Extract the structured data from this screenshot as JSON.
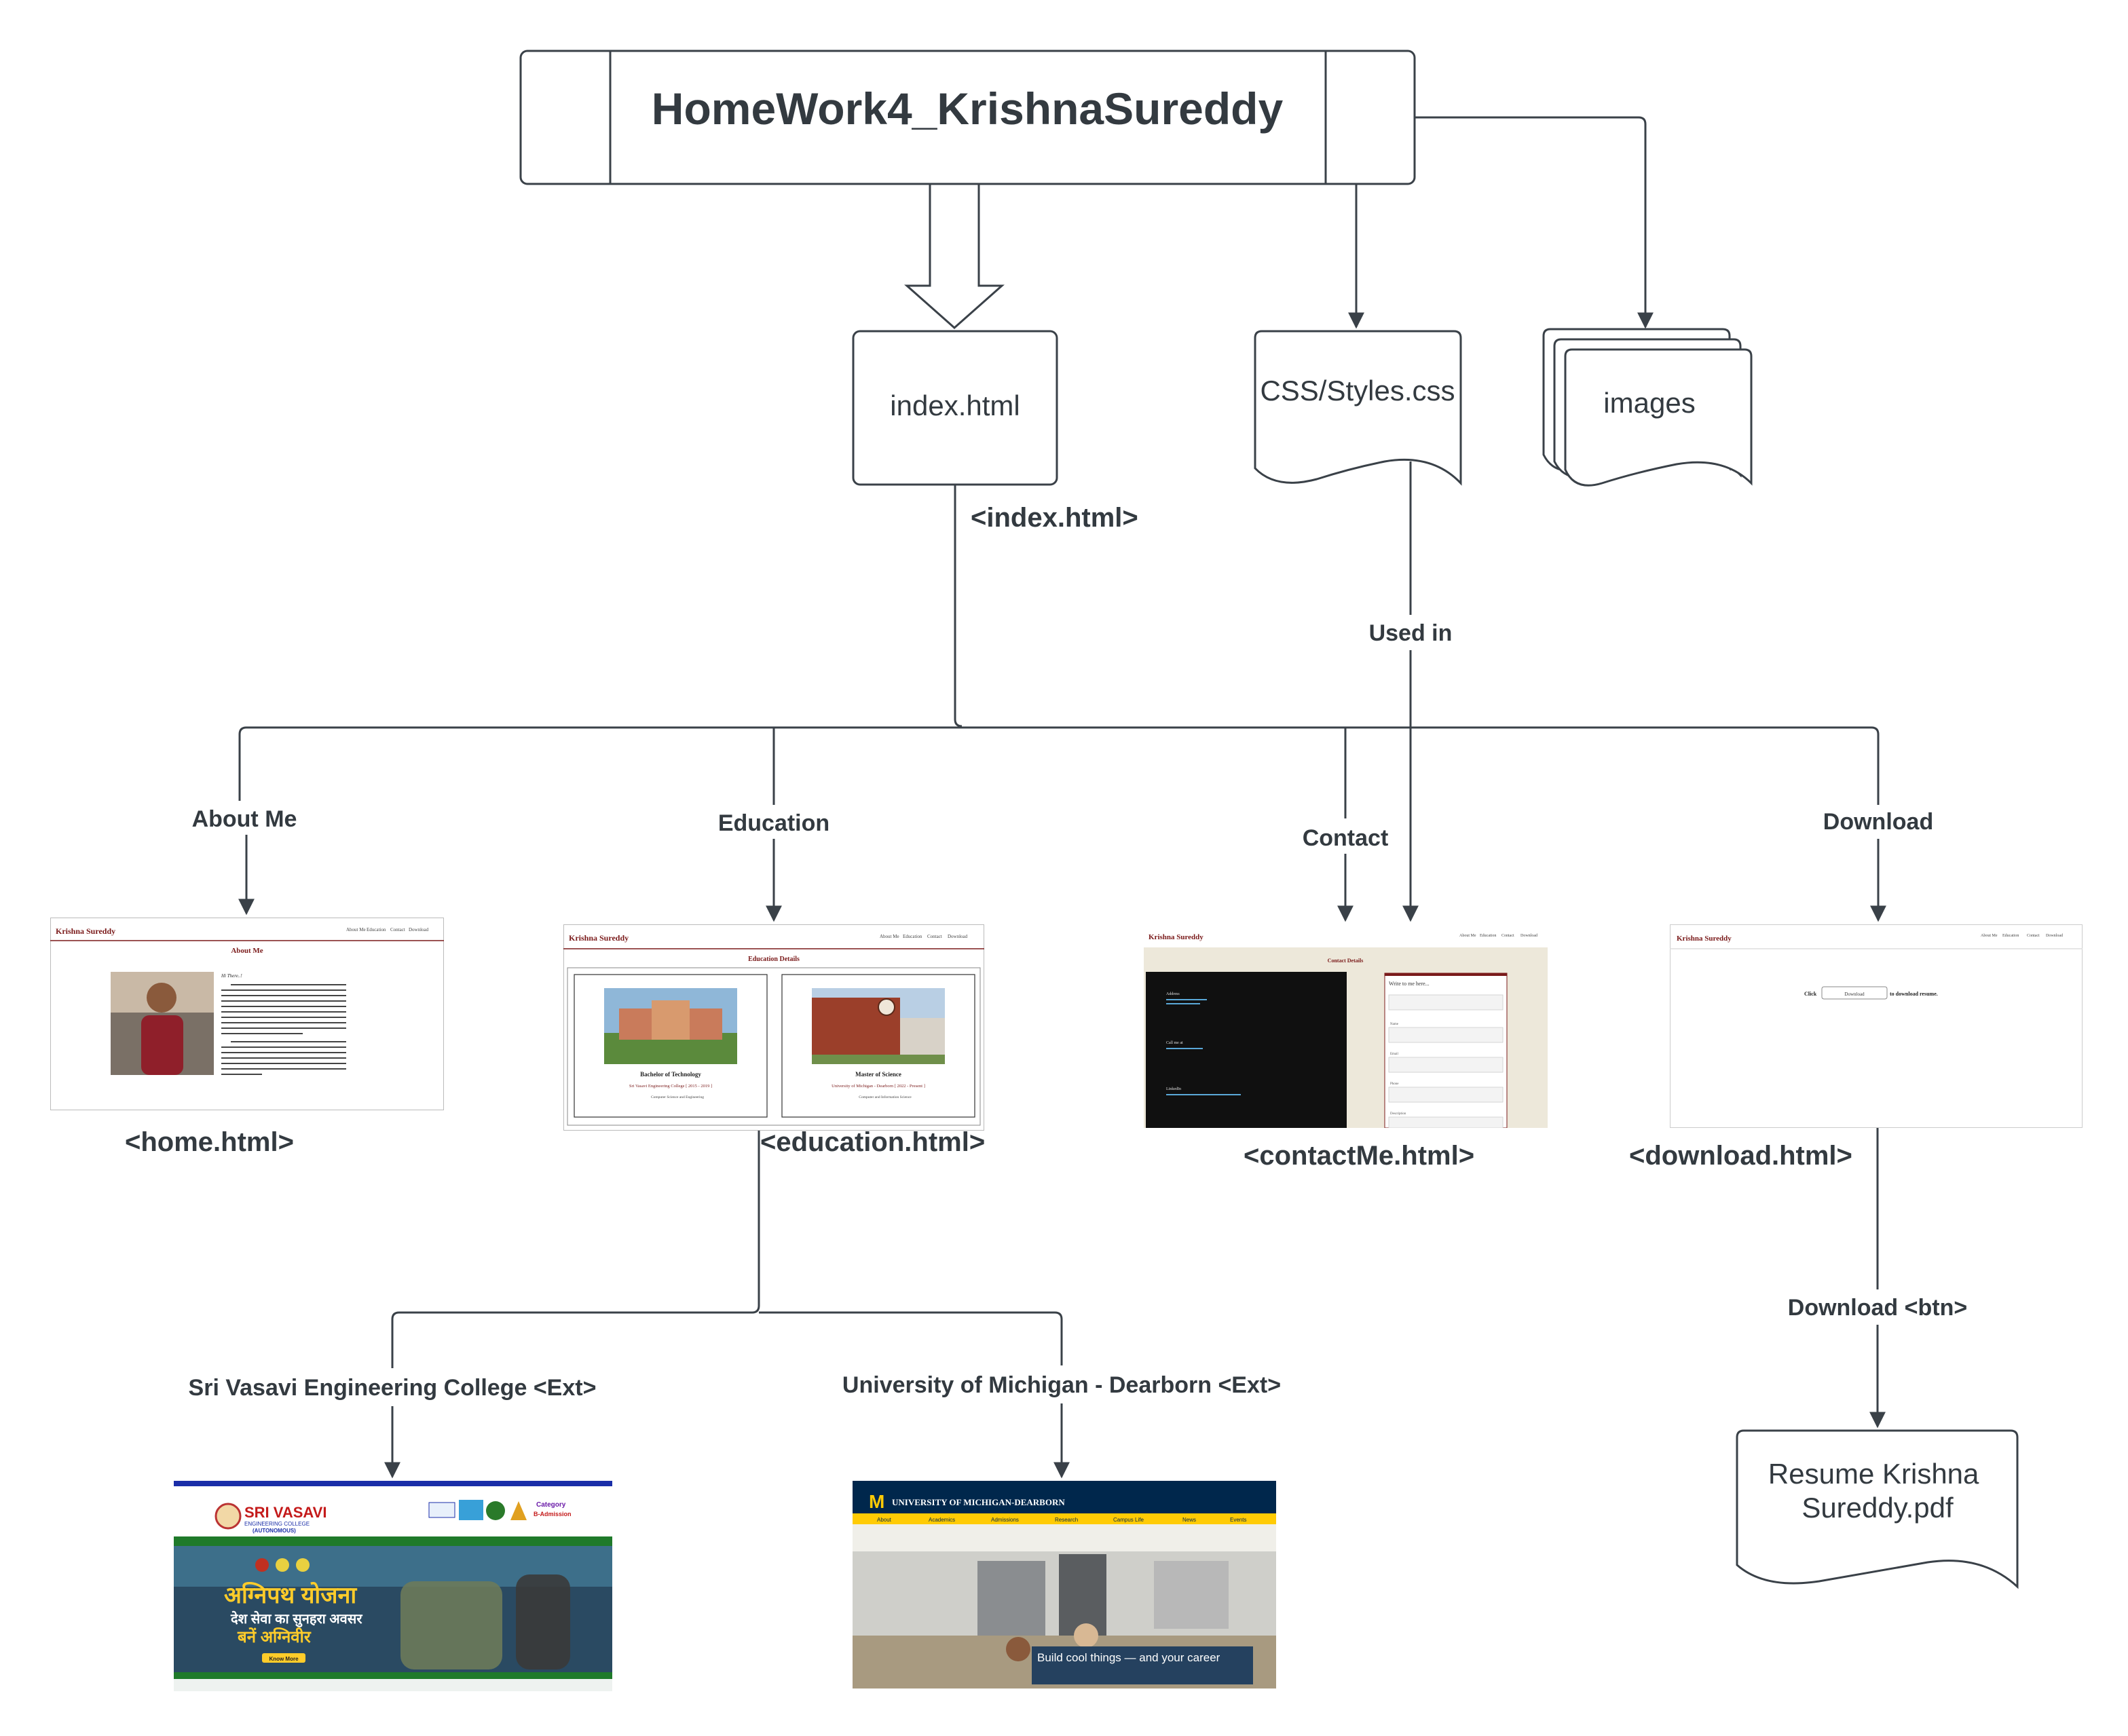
{
  "diagram": {
    "root": {
      "title": "HomeWork4_KrishnaSureddy"
    },
    "nodes": {
      "index": "index.html",
      "css": "CSS/Styles.css",
      "images": "images",
      "resume": "Resume Krishna Sureddy.pdf",
      "resume_lines": [
        "Resume Krishna",
        "Sureddy.pdf"
      ]
    },
    "labels": {
      "index_tag": "<index.html>",
      "used_in": "Used in",
      "about_me": "About Me",
      "education": "Education",
      "contact": "Contact",
      "download": "Download",
      "home_tag": "<home.html>",
      "education_tag": "<education.html>",
      "contact_tag": "<contactMe.html>",
      "download_tag": "<download.html>",
      "download_btn": "Download <btn>",
      "vasavi_ext": "Sri Vasavi Engineering College <Ext>",
      "umich_ext": "University of Michigan - Dearborn <Ext>"
    }
  },
  "thumbnails": {
    "brand": "Krishna Sureddy",
    "nav": [
      "About Me",
      "Education",
      "Contact",
      "Download"
    ],
    "home": {
      "heading": "About Me",
      "greeting": "Hi There..!"
    },
    "education": {
      "heading": "Education Details",
      "card1_title": "Bachelor of Technology",
      "card1_sub": "Sri Vasavi Engineering College [ 2015 - 2019 ]",
      "card1_item": "Computer Science and Engineering",
      "card2_title": "Master of Science",
      "card2_sub": "University of Michigan - Dearborn [ 2022 - Present ]",
      "card2_item": "Computer and Information Science"
    },
    "contact": {
      "heading": "Contact Details",
      "form_title": "Write to me here...",
      "address_label": "Address",
      "call_label": "Call me at",
      "linkedin_label": "LinkedIn",
      "fields": [
        "Name",
        "Email",
        "Phone",
        "Description"
      ]
    },
    "download": {
      "click": "Click",
      "button": "Download",
      "rest": "to download resume."
    },
    "vasavi": {
      "logo": "SRI VASAVI",
      "sub": "ENGINEERING COLLEGE",
      "auto": "(AUTONOMOUS)",
      "banner_hi1": "अग्निपथ योजना",
      "banner_hi2": "देश सेवा का सुनहरा अवसर",
      "banner_hi3": "बनें अग्निवीर",
      "know_more": "Know More",
      "category": "Category",
      "admission": "B-Admission"
    },
    "umich": {
      "brand": "UNIVERSITY OF MICHIGAN-DEARBORN",
      "tagline": "Build cool things — and your career",
      "menu": [
        "About",
        "Academics",
        "Admissions",
        "Research",
        "Campus Life",
        "News",
        "Events"
      ]
    }
  },
  "colors": {
    "stroke": "#3a4148",
    "text": "#333a40",
    "brand_red": "#7a1a1a",
    "umich_blue": "#00274c",
    "umich_maize": "#ffcb05",
    "vasavi_green": "#1f7a2a"
  }
}
